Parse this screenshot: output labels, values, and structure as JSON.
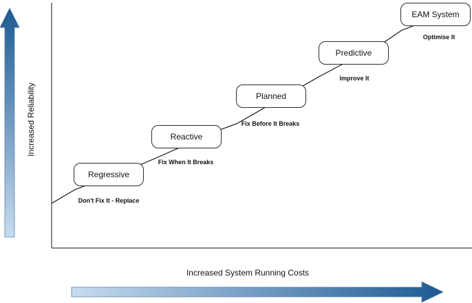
{
  "axes": {
    "y_label": "Increased Reliability",
    "x_label": "Increased System Running Costs"
  },
  "stages": [
    {
      "label": "Regressive",
      "caption": "Don't Fix It - Replace"
    },
    {
      "label": "Reactive",
      "caption": "Fix When It Breaks"
    },
    {
      "label": "Planned",
      "caption": "Fix Before It Breaks"
    },
    {
      "label": "Predictive",
      "caption": "Improve It"
    },
    {
      "label": "EAM System",
      "caption": "Optimise It"
    }
  ],
  "colors": {
    "arrow_dark": "#1d5a93",
    "arrow_light": "#c7dcf0",
    "line": "#111111"
  }
}
